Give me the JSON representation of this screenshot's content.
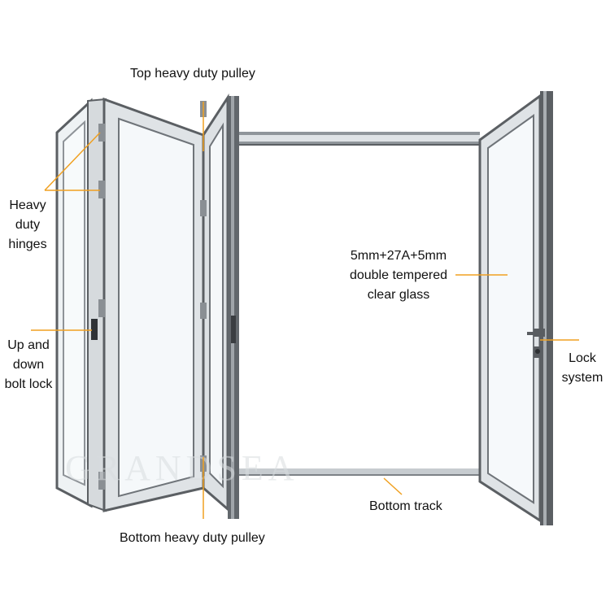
{
  "labels": {
    "top_pulley": "Top heavy duty pulley",
    "hinges": [
      "Heavy",
      "duty",
      "hinges"
    ],
    "bolt_lock": [
      "Up and",
      "down",
      "bolt lock"
    ],
    "glass": [
      "5mm+27A+5mm",
      "double tempered",
      "clear glass"
    ],
    "lock_system": [
      "Lock",
      "system"
    ],
    "bottom_track": "Bottom track",
    "bottom_pulley": "Bottom heavy duty pulley"
  },
  "watermark": "GRANDSEA",
  "colors": {
    "frame_dark": "#5b5f63",
    "frame_mid": "#9ea3a8",
    "frame_light": "#e3e6e8",
    "glass": "#f4f8fa",
    "leader": "#f0a020"
  }
}
